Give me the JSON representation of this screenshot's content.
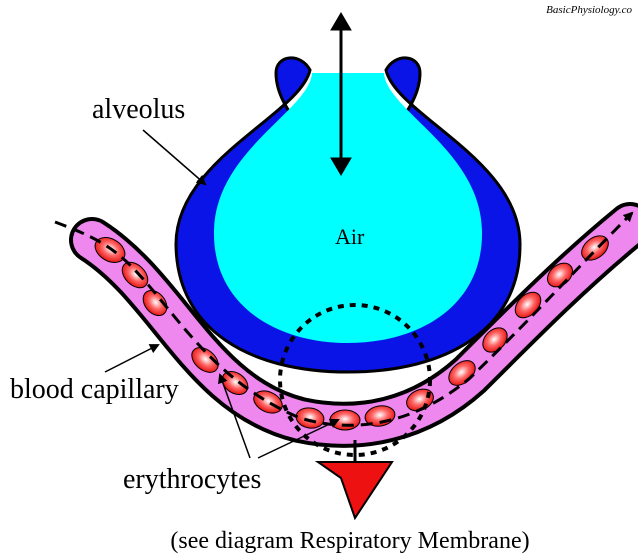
{
  "watermark": "BasicPhysiology.co",
  "labels": {
    "alveolus": "alveolus",
    "air": "Air",
    "blood_capillary": "blood capillary",
    "erythrocytes": "erythrocytes",
    "caption": "(see diagram Respiratory Membrane)"
  },
  "colors": {
    "alveolus_wall": "#0a14e6",
    "air": "#00ffff",
    "capillary": "#ee88ee",
    "erythrocyte": "#ee1111",
    "pointer_arrow": "#ee1111"
  }
}
